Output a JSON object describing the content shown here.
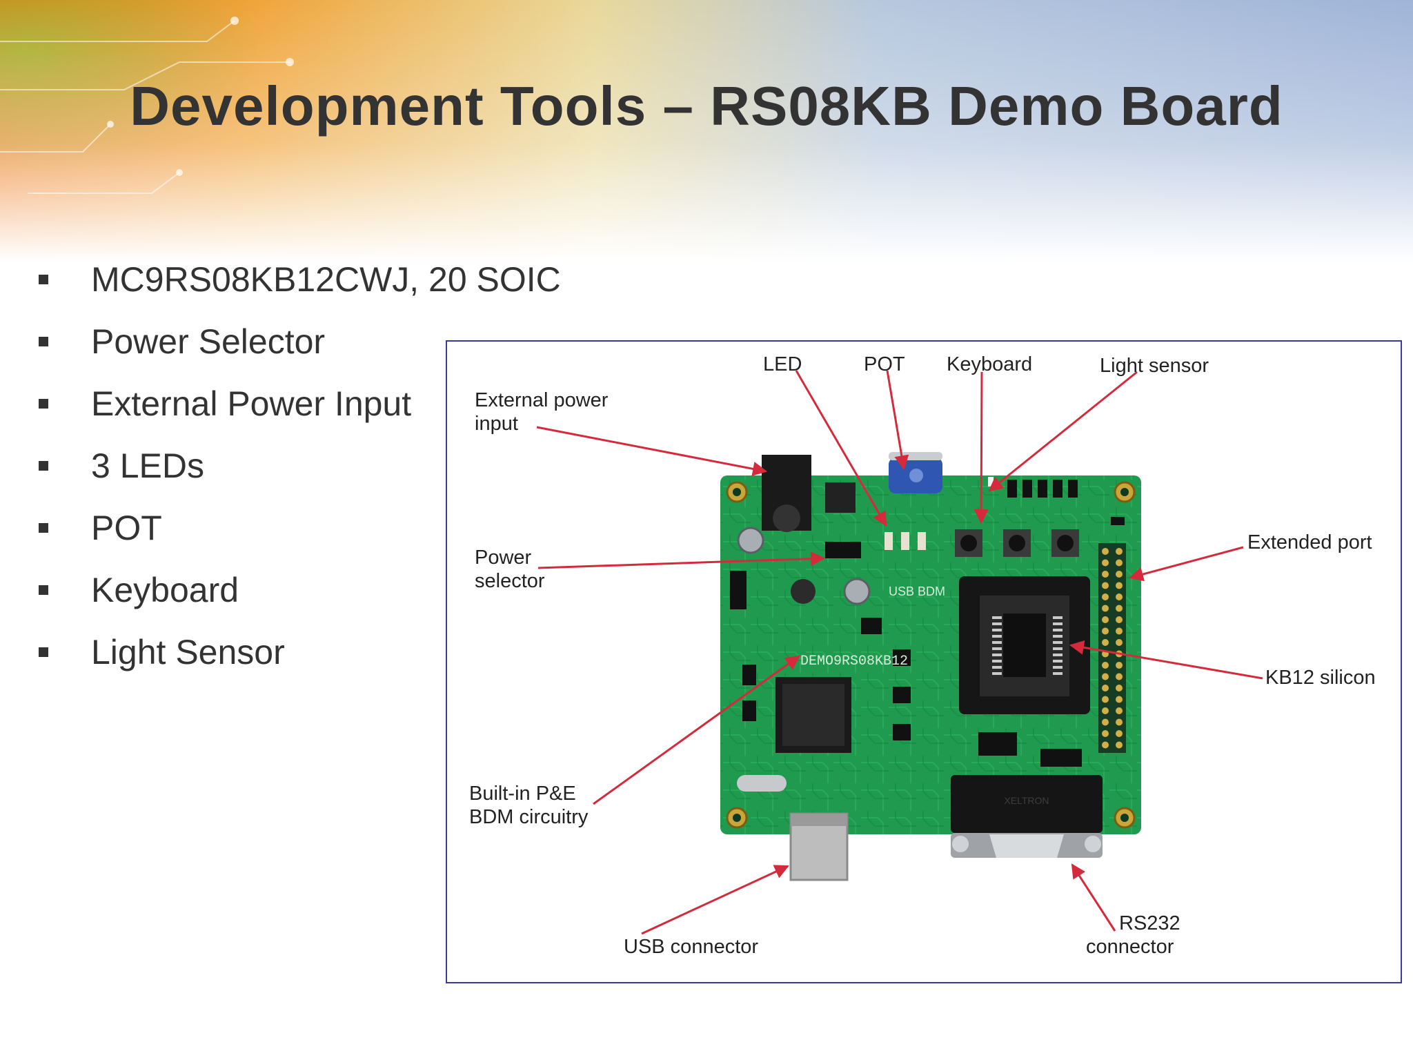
{
  "slide": {
    "title": "Development Tools – RS08KB Demo Board",
    "bullets": [
      "MC9RS08KB12CWJ, 20 SOIC",
      "Power Selector",
      "External Power Input",
      "3 LEDs",
      "POT",
      "Keyboard",
      "Light Sensor"
    ]
  },
  "figure": {
    "labels": {
      "led": "LED",
      "pot": "POT",
      "keyboard": "Keyboard",
      "light_sensor": "Light sensor",
      "external_power_1": "External power",
      "external_power_2": "input",
      "power_selector_1": "Power",
      "power_selector_2": "selector",
      "extended_port": "Extended port",
      "kb12_silicon": "KB12 silicon",
      "bdm_1": "Built-in P&E",
      "bdm_2": "BDM circuitry",
      "usb_connector": "USB connector",
      "rs232_1": "RS232",
      "rs232_2": "connector"
    },
    "board_silkscreen": {
      "name": "DEMO9RS08KB12",
      "usb_bdm": "USB BDM",
      "db9_brand": "XELTRON"
    }
  },
  "colors": {
    "title_text": "#333333",
    "body_text": "#333333",
    "frame_border": "#3a3a9a",
    "callout_arrow": "#d42a3c",
    "pcb_green": "#1f9a4e"
  }
}
